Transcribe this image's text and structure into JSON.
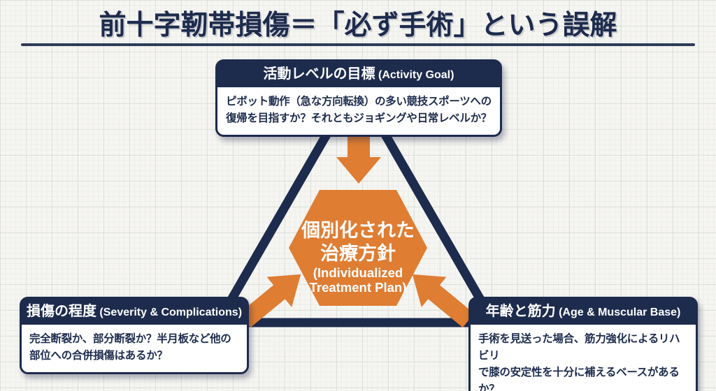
{
  "title": "前十字靭帯損傷＝「必ず手術」という誤解",
  "colors": {
    "navy": "#1d2b4d",
    "orange": "#df7d33",
    "background": "#f6f5f1",
    "box_fill": "#ffffff"
  },
  "center_hexagon": {
    "jp_line1": "個別化された",
    "jp_line2": "治療方針",
    "en_line1": "(Individualized",
    "en_line2": "Treatment Plan)"
  },
  "nodes": {
    "top": {
      "header_jp": "活動レベルの目標",
      "header_en": "(Activity Goal)",
      "body": "ピボット動作（急な方向転換）の多い競技スポーツへの\n復帰を目指すか？それともジョギングや日常レベルか？"
    },
    "left": {
      "header_jp": "損傷の程度",
      "header_en": "(Severity & Complications)",
      "body": "完全断裂か、部分断裂か？半月板など他の\n部位への合併損傷はあるか？"
    },
    "right": {
      "header_jp": "年齢と筋力",
      "header_en": "(Age & Muscular Base)",
      "body": "手術を見送った場合、筋力強化によるリハビリ\nで膝の安定性を十分に補えるベースがあるか？"
    }
  }
}
